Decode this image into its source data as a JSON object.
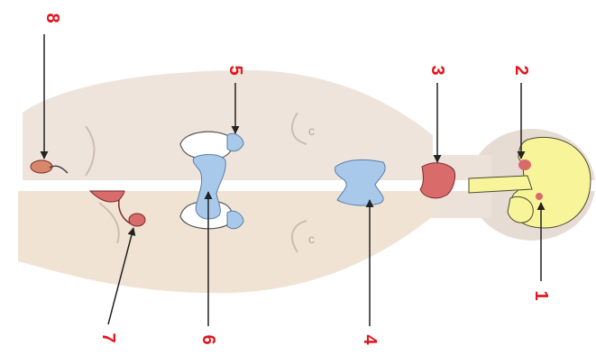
{
  "diagram": {
    "labels": [
      {
        "id": "label-1",
        "text": "1",
        "structure": "pituitary gland"
      },
      {
        "id": "label-2",
        "text": "2",
        "structure": "pineal gland"
      },
      {
        "id": "label-3",
        "text": "3",
        "structure": "thyroid gland"
      },
      {
        "id": "label-4",
        "text": "4",
        "structure": "thymus"
      },
      {
        "id": "label-5",
        "text": "5",
        "structure": "adrenal gland"
      },
      {
        "id": "label-6",
        "text": "6",
        "structure": "pancreas"
      },
      {
        "id": "label-7",
        "text": "7",
        "structure": "ovary"
      },
      {
        "id": "label-8",
        "text": "8",
        "structure": "testis"
      }
    ],
    "colors": {
      "label": "#e3141b",
      "arrow": "#222222",
      "skin": "#efe4dc",
      "brain": "#f8f49a",
      "gland_blue": "#a9c9ea",
      "gland_red": "#d96b6b",
      "band": "#ffffff"
    }
  }
}
